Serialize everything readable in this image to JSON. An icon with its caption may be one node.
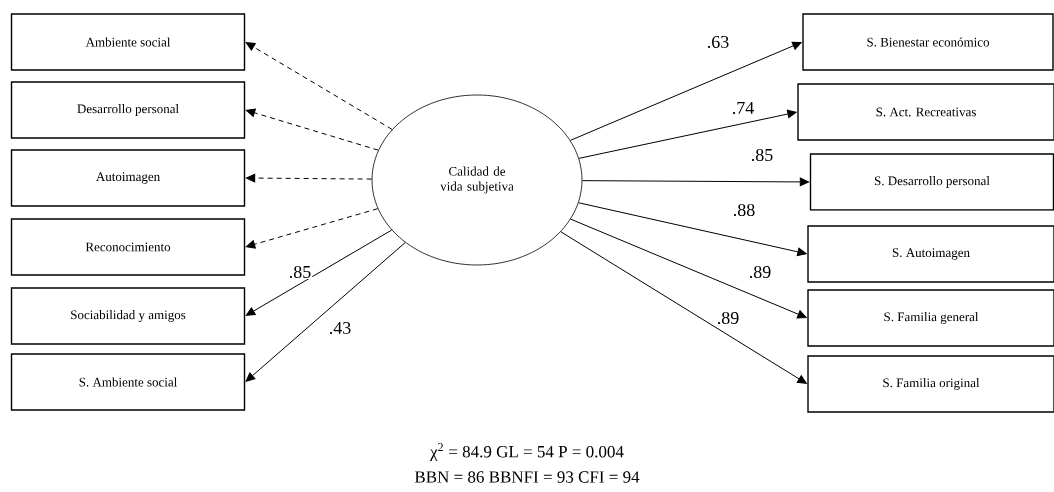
{
  "diagram": {
    "nodes": [
      {
        "text": [
          "Ambiente social"
        ]
      },
      {
        "text": [
          "Desarrollo personal"
        ]
      },
      {
        "text": [
          "Autoimagen"
        ]
      },
      {
        "text": [
          "Reconocimiento"
        ]
      },
      {
        "text": [
          "Sociabilidad y amigos"
        ]
      },
      {
        "text": [
          "S. Ambiente social"
        ]
      },
      {
        "text": [
          "Calidad de vida subjetiva"
        ]
      },
      {
        "text": [
          "S. Bienestar económico"
        ]
      },
      {
        "text": [
          "S. Act. Recreativas"
        ]
      },
      {
        "text": [
          "S. Desarrollo personal"
        ]
      },
      {
        "text": [
          "S. Autoimagen"
        ]
      },
      {
        "text": [
          "S. Familia general"
        ]
      },
      {
        "text": [
          "S. Familia original"
        ]
      }
    ],
    "edges": [
      {
        "from": 6,
        "to": 0,
        "arrow": "to",
        "style": "dashed"
      },
      {
        "from": 6,
        "to": 1,
        "arrow": "to",
        "style": "dashed"
      },
      {
        "from": 6,
        "to": 2,
        "arrow": "to",
        "style": "dashed"
      },
      {
        "from": 6,
        "to": 3,
        "arrow": "to",
        "style": "dashed"
      },
      {
        "from": 6,
        "to": 4,
        "arrow": "to",
        "label": ".85"
      },
      {
        "from": 6,
        "to": 5,
        "arrow": "to",
        "label": ".43"
      },
      {
        "from": 6,
        "to": 7,
        "arrow": "to",
        "label": ".63"
      },
      {
        "from": 6,
        "to": 8,
        "arrow": "to",
        "label": ".74"
      },
      {
        "from": 6,
        "to": 9,
        "arrow": "to",
        "label": ".85"
      },
      {
        "from": 6,
        "to": 10,
        "arrow": "to",
        "label": ".88"
      },
      {
        "from": 6,
        "to": 11,
        "arrow": "to",
        "label": ".89"
      },
      {
        "from": 6,
        "to": 12,
        "arrow": "to",
        "label": ".89"
      }
    ],
    "labels": [
      "χ$^{2}$ = 84.9 GL = 54 P = 0.004",
      "BBN = 86   BBNFI = 93   CFI = 94"
    ]
  }
}
